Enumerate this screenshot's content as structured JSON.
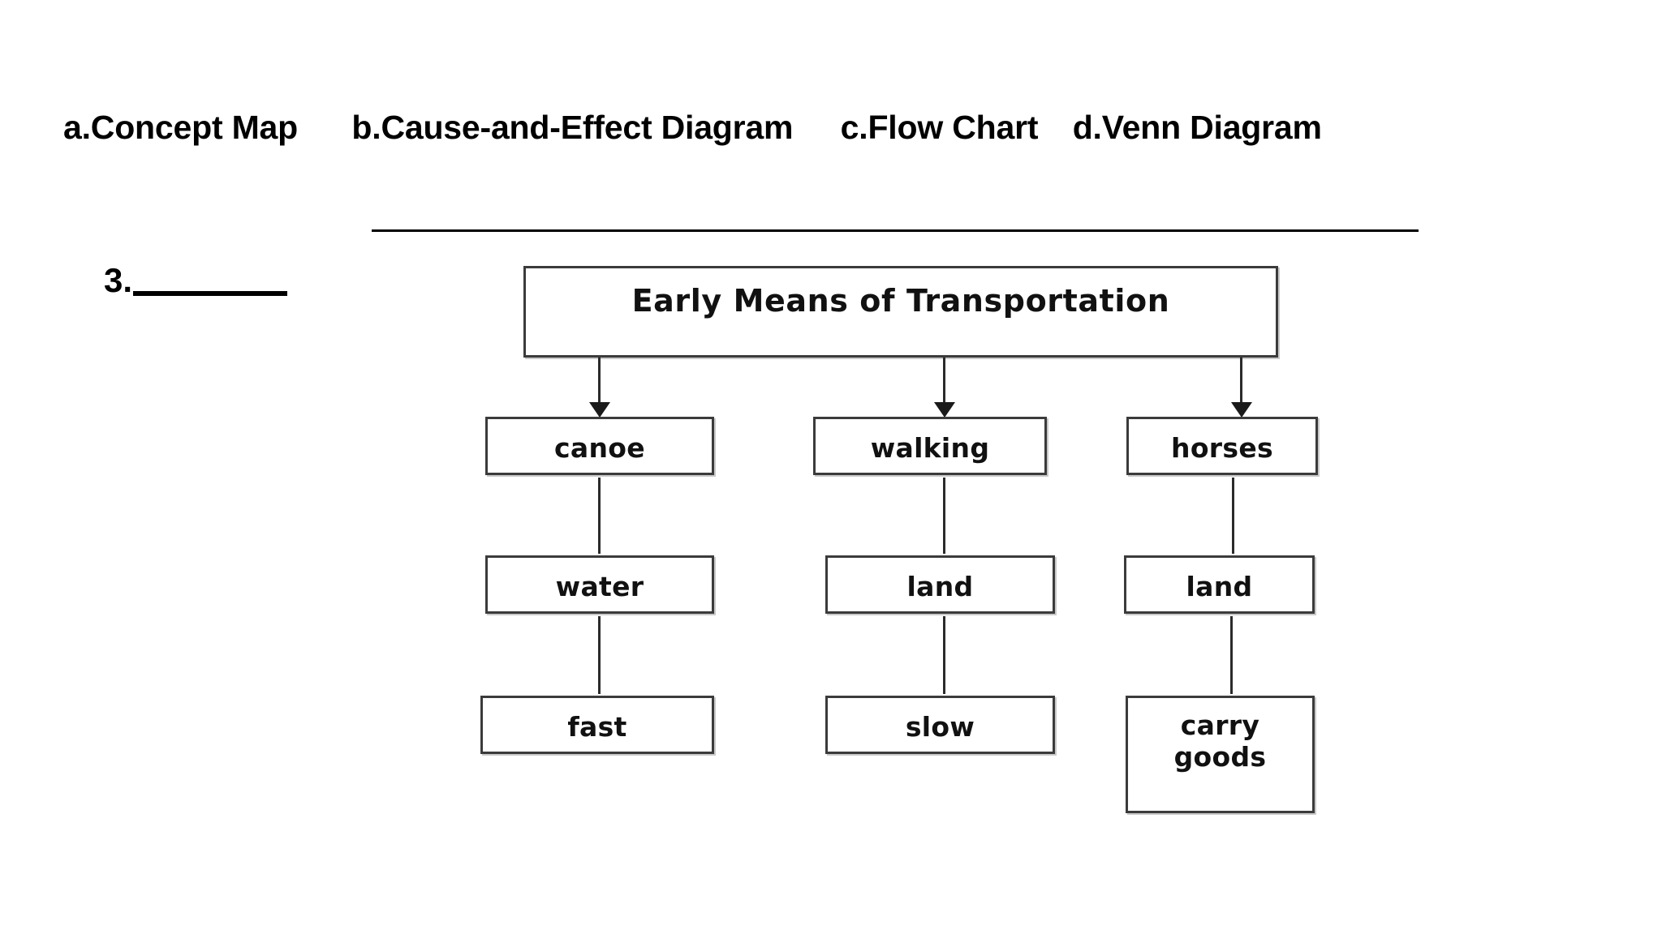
{
  "answer_choices": {
    "items": [
      {
        "label": "a.Concept Map"
      },
      {
        "label": "b.Cause-and-Effect Diagram"
      },
      {
        "label": "c.Flow Chart"
      },
      {
        "label": "d.Venn Diagram"
      }
    ]
  },
  "question": {
    "number": "3.",
    "blank": ""
  },
  "colors": {
    "text": "#000000",
    "box_border": "#3b3b3b",
    "box_shadow": "#c9c9c9",
    "connector": "#2b2b2b",
    "arrow_head": "#1a1a1a",
    "background": "#ffffff"
  },
  "chart_data": {
    "type": "diagram",
    "diagram_kind": "flow-chart",
    "title": "Early Means of Transportation",
    "root": {
      "id": "root",
      "label": "Early Means of Transportation"
    },
    "columns": [
      {
        "id": "col-1",
        "nodes": [
          {
            "id": "canoe",
            "label": "canoe",
            "level": 1
          },
          {
            "id": "water",
            "label": "water",
            "level": 2
          },
          {
            "id": "fast",
            "label": "fast",
            "level": 3
          }
        ]
      },
      {
        "id": "col-2",
        "nodes": [
          {
            "id": "walking",
            "label": "walking",
            "level": 1
          },
          {
            "id": "land-1",
            "label": "land",
            "level": 2
          },
          {
            "id": "slow",
            "label": "slow",
            "level": 3
          }
        ]
      },
      {
        "id": "col-3",
        "nodes": [
          {
            "id": "horses",
            "label": "horses",
            "level": 1
          },
          {
            "id": "land-2",
            "label": "land",
            "level": 2
          },
          {
            "id": "carry-goods",
            "label": "carry\ngoods",
            "label_line_1": "carry",
            "label_line_2": "goods",
            "level": 3
          }
        ]
      }
    ],
    "edges": [
      {
        "from": "root",
        "to": "canoe",
        "style": "arrow"
      },
      {
        "from": "root",
        "to": "walking",
        "style": "arrow"
      },
      {
        "from": "root",
        "to": "horses",
        "style": "arrow"
      },
      {
        "from": "canoe",
        "to": "water",
        "style": "line"
      },
      {
        "from": "walking",
        "to": "land-1",
        "style": "line"
      },
      {
        "from": "horses",
        "to": "land-2",
        "style": "line"
      },
      {
        "from": "water",
        "to": "fast",
        "style": "line"
      },
      {
        "from": "land-1",
        "to": "slow",
        "style": "line"
      },
      {
        "from": "land-2",
        "to": "carry-goods",
        "style": "line"
      }
    ]
  }
}
